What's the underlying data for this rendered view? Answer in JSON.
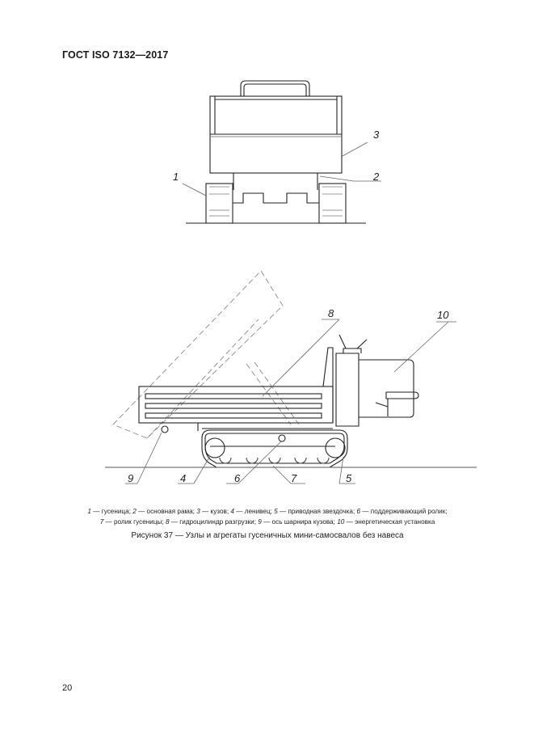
{
  "header": {
    "standard": "ГОСТ ISO 7132—2017"
  },
  "figure_top": {
    "callouts": [
      "1",
      "2",
      "3"
    ]
  },
  "figure_side": {
    "callouts": [
      "4",
      "5",
      "6",
      "7",
      "8",
      "9",
      "10"
    ]
  },
  "legend": {
    "items": [
      {
        "num": "1",
        "text": " — гусеница; "
      },
      {
        "num": "2",
        "text": " — основная рама; "
      },
      {
        "num": "3",
        "text": " — кузов; "
      },
      {
        "num": "4",
        "text": " — ленивец; "
      },
      {
        "num": "5",
        "text": " — приводная звездочка; "
      },
      {
        "num": "6",
        "text": " — поддерживающий ролик;"
      },
      {
        "num": "7",
        "text": " — ролик гусеницы; "
      },
      {
        "num": "8",
        "text": " — гидроцилиндр разгрузки; "
      },
      {
        "num": "9",
        "text": " — ось шарнира кузова; "
      },
      {
        "num": "10",
        "text": " — энергетическая установка"
      }
    ]
  },
  "caption": "Рисунок 37 — Узлы и агрегаты гусеничных мини-самосвалов без навеса",
  "page_number": "20"
}
